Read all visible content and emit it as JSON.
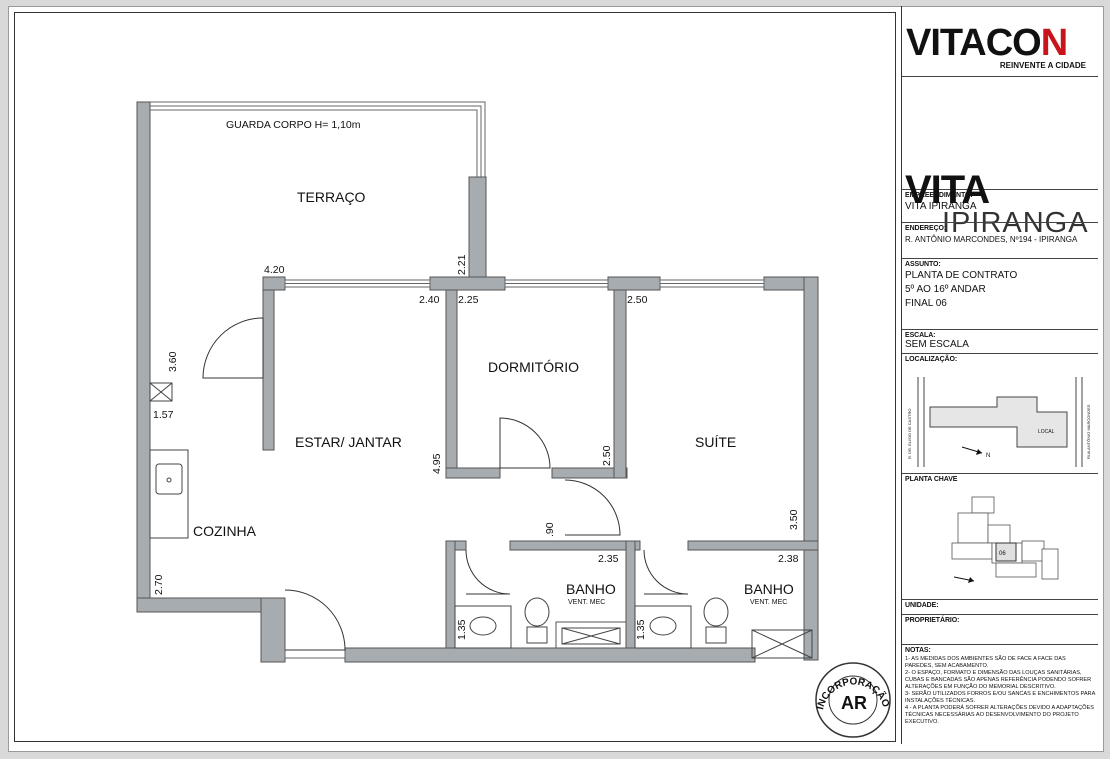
{
  "brand": {
    "name_main": "VITACO",
    "name_accent": "N",
    "tagline": "REINVENTE A CIDADE",
    "accent_color": "#c9141b"
  },
  "project_logo": {
    "line1": "VITA",
    "line2": "IPIRANGA"
  },
  "title_block": {
    "empreendimento_label": "EMPREENDIMENTO:",
    "empreendimento_value": "VITA IPIRANGA",
    "endereco_label": "ENDEREÇO:",
    "endereco_value": "R. ANTÔNIO MARCONDES, Nº194 - IPIRANGA",
    "assunto_label": "ASSUNTO:",
    "assunto_lines": [
      "PLANTA DE CONTRATO",
      "5º AO 16º ANDAR",
      "FINAL 06"
    ],
    "escala_label": "ESCALA:",
    "escala_value": "SEM ESCALA",
    "localizacao_label": "LOCALIZAÇÃO:",
    "loc_street_left": "R. DR. ELISIO DE CASTRO",
    "loc_street_right": "RUA ANTÔNIO MARCONDES",
    "loc_local": "LOCAL",
    "loc_north": "N",
    "planta_chave_label": "PLANTA CHAVE",
    "chave_unit": "06",
    "unidade_label": "UNIDADE:",
    "proprietario_label": "PROPRIETÁRIO:",
    "notas_label": "NOTAS:",
    "notas": [
      "1- AS MEDIDAS DOS AMBIENTES SÃO DE FACE A FACE DAS PAREDES, SEM ACABAMENTO.",
      "2- O ESPAÇO, FORMATO E DIMENSÃO DAS LOUÇAS SANITÁRIAS, CUBAS E BANCADAS SÃO APENAS REFERÊNCIA PODENDO SOFRER ALTERAÇÕES EM FUNÇÃO DO MEMORIAL DESCRITIVO.",
      "3- SERÃO UTILIZADOS FORROS E/OU SANCAS E ENCHIMENTOS PARA INSTALAÇÕES TÉCNICAS.",
      "4 - A PLANTA PODERÁ SOFRER ALTERAÇÕES DEVIDO A ADAPTAÇÕES TÉCNICAS NECESSÁRIAS AO DESENVOLVIMENTO DO PROJETO EXECUTIVO."
    ]
  },
  "plan": {
    "rooms": {
      "terraco": "TERRAÇO",
      "guarda_corpo": "GUARDA CORPO H= 1,10m",
      "estar": "ESTAR/ JANTAR",
      "dormitorio": "DORMITÓRIO",
      "suite": "SUÍTE",
      "cozinha": "COZINHA",
      "banho": "BANHO",
      "vent_mec": "VENT. MEC"
    },
    "dims": {
      "d420": "4.20",
      "d221": "2.21",
      "d240": "2.40",
      "d225": "2.25",
      "d250a": "2.50",
      "d360": "3.60",
      "d157": "1.57",
      "d495": "4.95",
      "d250b": "2.50",
      "d350": "3.50",
      "d90": ".90",
      "d235": "2.35",
      "d238": "2.38",
      "d270": "2.70",
      "d135a": "1.35",
      "d135b": "1.35"
    },
    "stamp_top": "INCORPORAÇÃO",
    "stamp_center": "AR"
  }
}
